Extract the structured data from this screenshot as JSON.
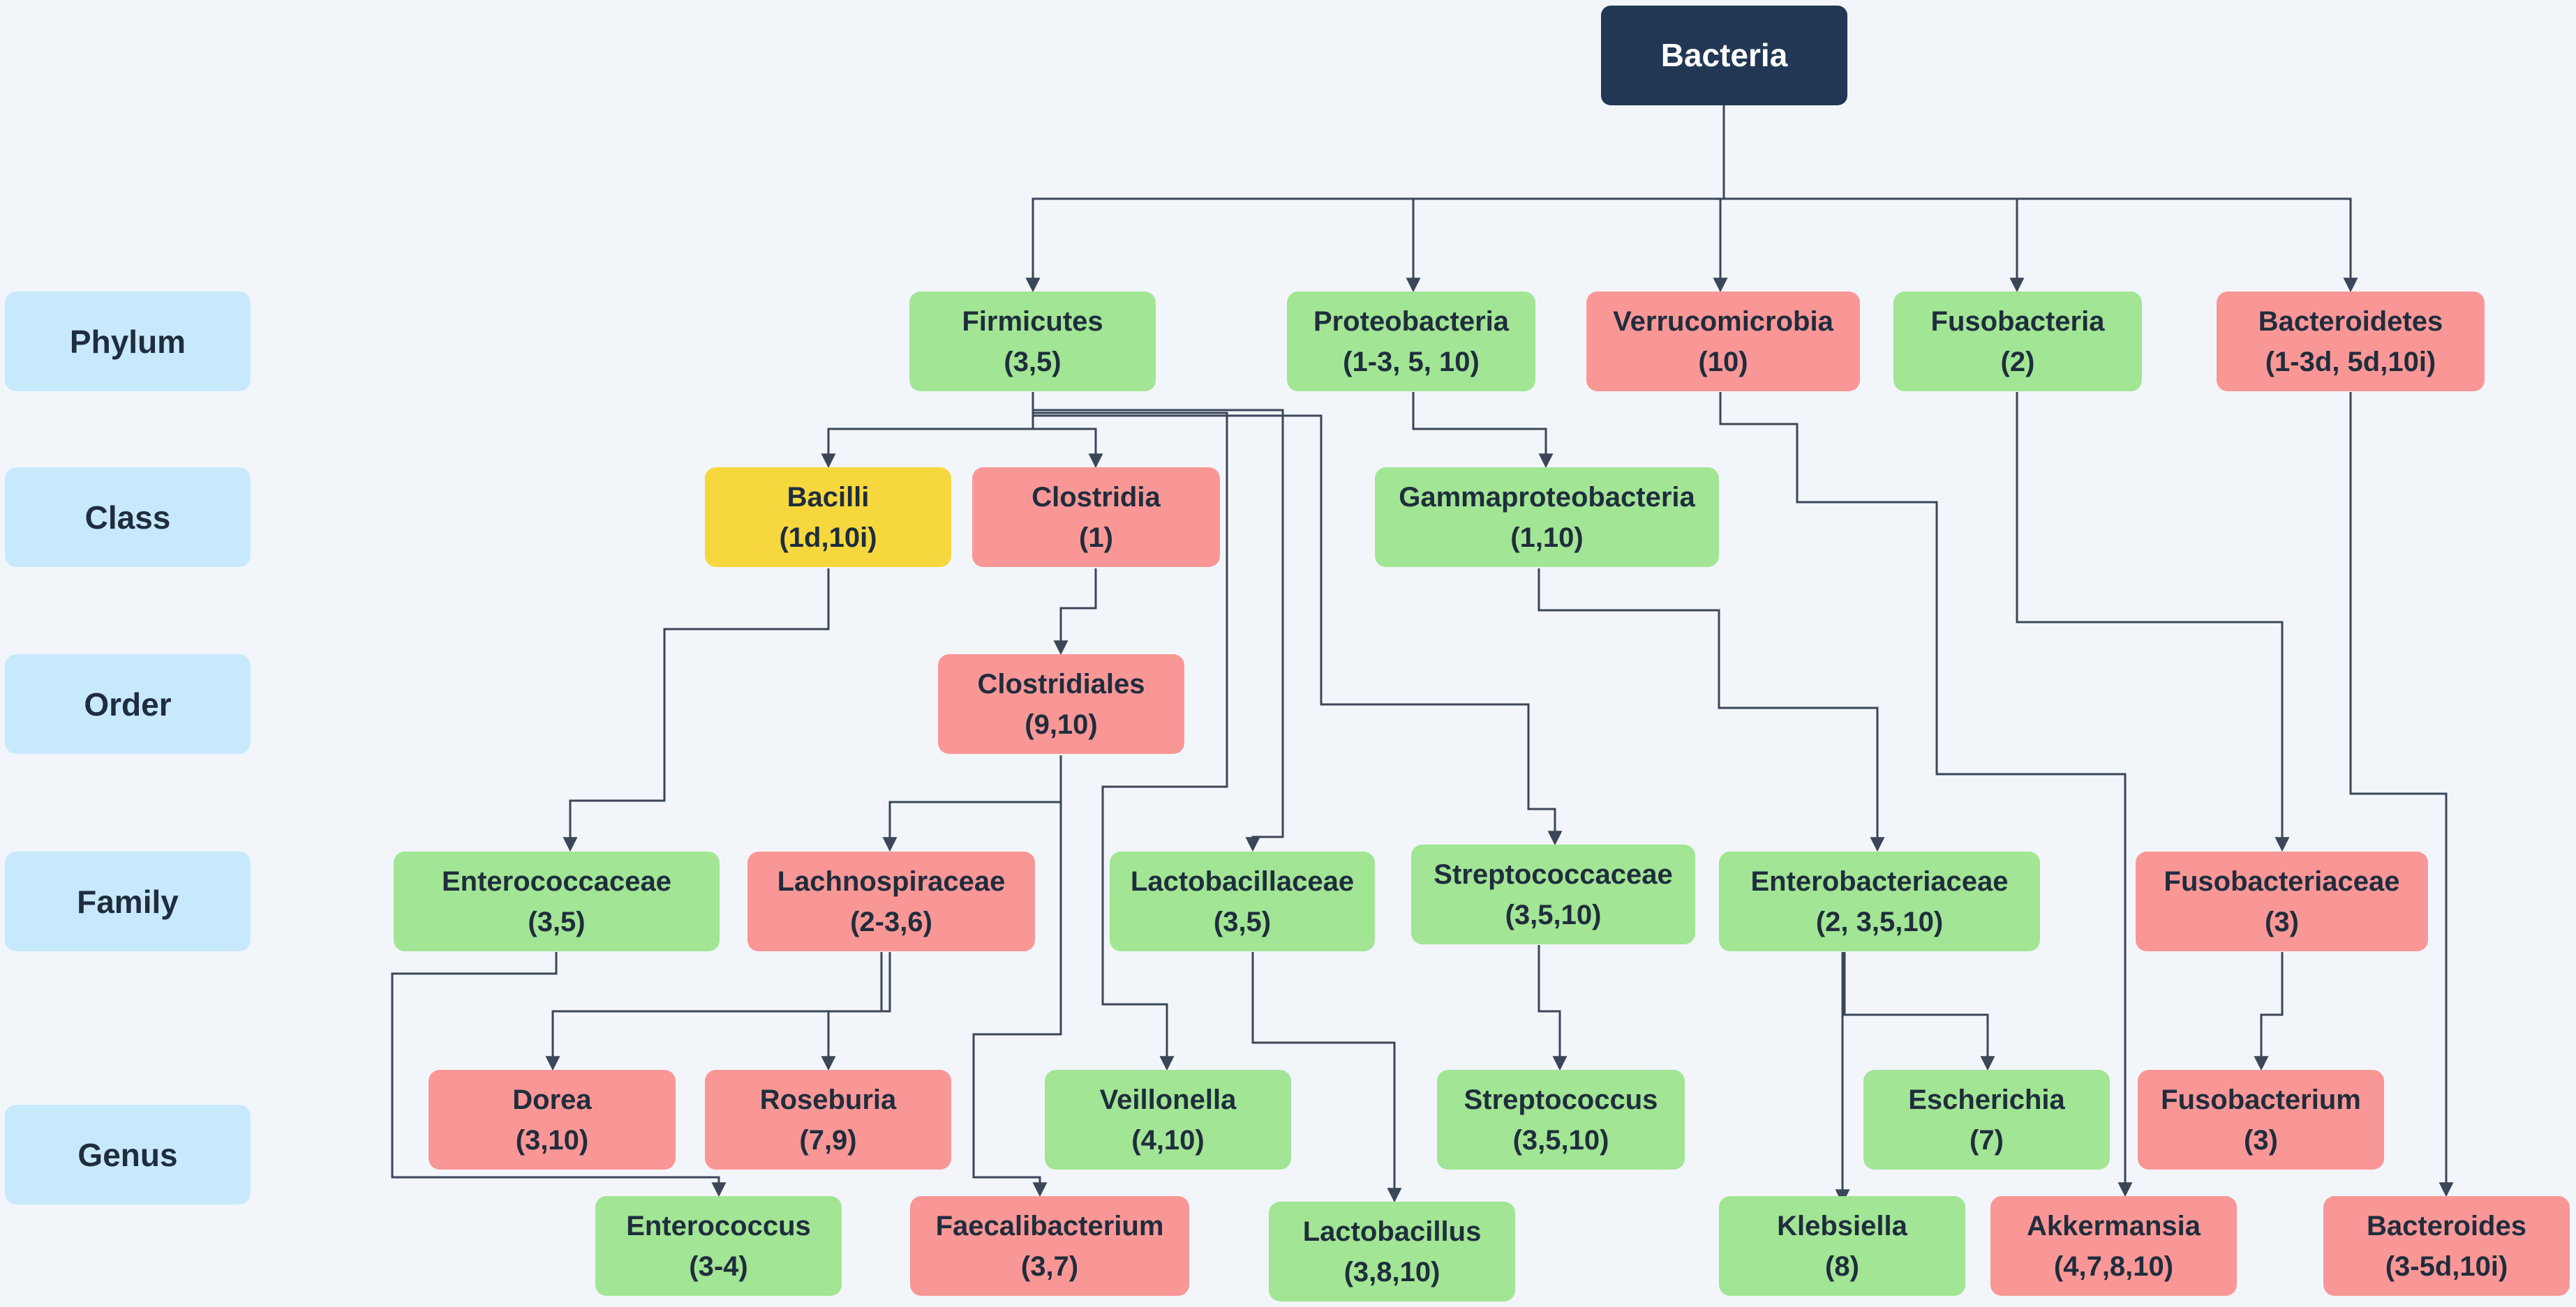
{
  "ranks": {
    "phylum": "Phylum",
    "class": "Class",
    "order": "Order",
    "family": "Family",
    "genus": "Genus"
  },
  "nodes": {
    "bacteria": {
      "name": "Bacteria",
      "refs": ""
    },
    "firmicutes": {
      "name": "Firmicutes",
      "refs": "(3,5)"
    },
    "proteobacteria": {
      "name": "Proteobacteria",
      "refs": "(1-3, 5, 10)"
    },
    "verrucomicrobia": {
      "name": "Verrucomicrobia",
      "refs": "(10)"
    },
    "fusobacteria": {
      "name": "Fusobacteria",
      "refs": "(2)"
    },
    "bacteroidetes": {
      "name": "Bacteroidetes",
      "refs": "(1-3d, 5d,10i)"
    },
    "bacilli": {
      "name": "Bacilli",
      "refs": "(1d,10i)"
    },
    "clostridia": {
      "name": "Clostridia",
      "refs": "(1)"
    },
    "gammaproteobacteria": {
      "name": "Gammaproteobacteria",
      "refs": "(1,10)"
    },
    "clostridiales": {
      "name": "Clostridiales",
      "refs": "(9,10)"
    },
    "enterococcaceae": {
      "name": "Enterococcaceae",
      "refs": "(3,5)"
    },
    "lachnospiraceae": {
      "name": "Lachnospiraceae",
      "refs": "(2-3,6)"
    },
    "lactobacillaceae": {
      "name": "Lactobacillaceae",
      "refs": "(3,5)"
    },
    "streptococcaceae": {
      "name": "Streptococcaceae",
      "refs": "(3,5,10)"
    },
    "enterobacteriaceae": {
      "name": "Enterobacteriaceae",
      "refs": "(2, 3,5,10)"
    },
    "fusobacteriaceae": {
      "name": "Fusobacteriaceae",
      "refs": "(3)"
    },
    "dorea": {
      "name": "Dorea",
      "refs": "(3,10)"
    },
    "roseburia": {
      "name": "Roseburia",
      "refs": "(7,9)"
    },
    "veillonella": {
      "name": "Veillonella",
      "refs": "(4,10)"
    },
    "streptococcus": {
      "name": "Streptococcus",
      "refs": "(3,5,10)"
    },
    "escherichia": {
      "name": "Escherichia",
      "refs": "(7)"
    },
    "fusobacterium": {
      "name": "Fusobacterium",
      "refs": "(3)"
    },
    "enterococcus": {
      "name": "Enterococcus",
      "refs": "(3-4)"
    },
    "faecalibacterium": {
      "name": "Faecalibacterium",
      "refs": "(3,7)"
    },
    "lactobacillus": {
      "name": "Lactobacillus",
      "refs": "(3,8,10)"
    },
    "klebsiella": {
      "name": "Klebsiella",
      "refs": "(8)"
    },
    "akkermansia": {
      "name": "Akkermansia",
      "refs": "(4,7,8,10)"
    },
    "bacteroides": {
      "name": "Bacteroides",
      "refs": "(3-5d,10i)"
    }
  },
  "colors": {
    "background": "#f2f6fb",
    "rank_label": "#c8e9fc",
    "green": "#a2e594",
    "red": "#f99796",
    "yellow": "#f6d83e",
    "root": "#213754",
    "connector": "#3b4658"
  }
}
